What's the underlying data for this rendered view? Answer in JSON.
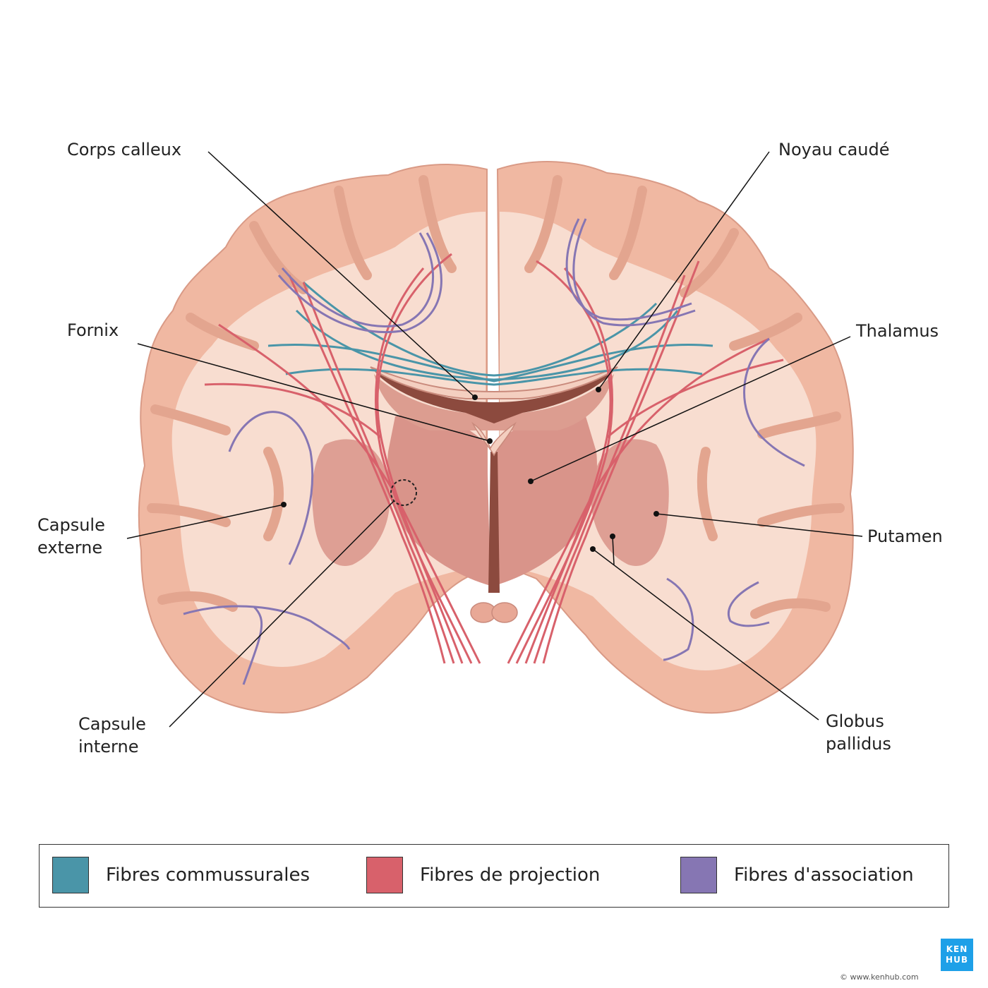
{
  "labels": {
    "corps_calleux": "Corps calleux",
    "noyau_caude": "Noyau caudé",
    "fornix": "Fornix",
    "thalamus": "Thalamus",
    "capsule_externe_1": "Capsule",
    "capsule_externe_2": "externe",
    "putamen": "Putamen",
    "capsule_interne_1": "Capsule",
    "capsule_interne_2": "interne",
    "globus_pallidus_1": "Globus",
    "globus_pallidus_2": "pallidus"
  },
  "legend": [
    {
      "label": "Fibres commussurales",
      "color": "#4a95a8"
    },
    {
      "label": "Fibres de projection",
      "color": "#d8616b"
    },
    {
      "label": "Fibres d'association",
      "color": "#8676b3"
    }
  ],
  "colors": {
    "cortex": "#f0b8a2",
    "white_matter": "#f8ddd0",
    "deep_nuclei": "#cf8a80",
    "ventricle": "#8c4a3e",
    "brand": "#1ea0e8"
  },
  "logo": {
    "line1": "KEN",
    "line2": "HUB"
  },
  "copyright": "© www.kenhub.com"
}
